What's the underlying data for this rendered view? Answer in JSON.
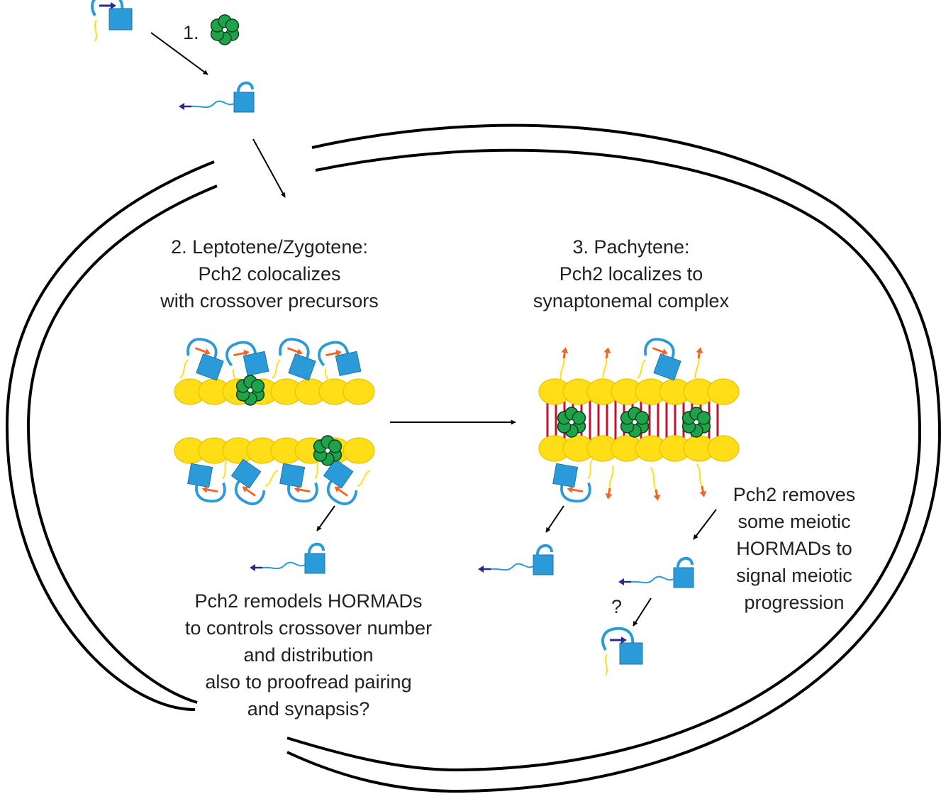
{
  "colors": {
    "membrane": "#000000",
    "text": "#231f20",
    "hormad_blue": "#2a9bd8",
    "hormad_dark_blue": "#2b2a8c",
    "safety_belt_orange": "#f26522",
    "axis_yellow": "#ffde17",
    "axis_outline": "#e6c200",
    "pch2_green": "#1ea34a",
    "pch2_outline": "#0a3d1a",
    "transverse_filament_red": "#c8102e"
  },
  "icons": {
    "closed_hormad": "closed-padlock-hormad-icon",
    "open_hormad": "open-padlock-hormad-icon",
    "pch2_hexamer": "pch2-hexamer-icon",
    "chromosome_axis": "chromosome-axis-icon",
    "synaptonemal_complex": "synaptonemal-complex-icon"
  },
  "labels": {
    "step1": "1.",
    "step2": [
      "2. Leptotene/Zygotene:",
      "Pch2 colocalizes",
      "with crossover precursors"
    ],
    "step3": [
      "3. Pachytene:",
      "Pch2 localizes to",
      "synaptonemal complex"
    ],
    "remodel": [
      "Pch2 remodels HORMADs",
      "to controls crossover number",
      "and distribution",
      "also to proofread pairing",
      "and synapsis?"
    ],
    "removes": [
      "Pch2 removes",
      "some meiotic",
      "HORMADs to",
      "signal meiotic",
      "progression"
    ],
    "question": "?"
  }
}
